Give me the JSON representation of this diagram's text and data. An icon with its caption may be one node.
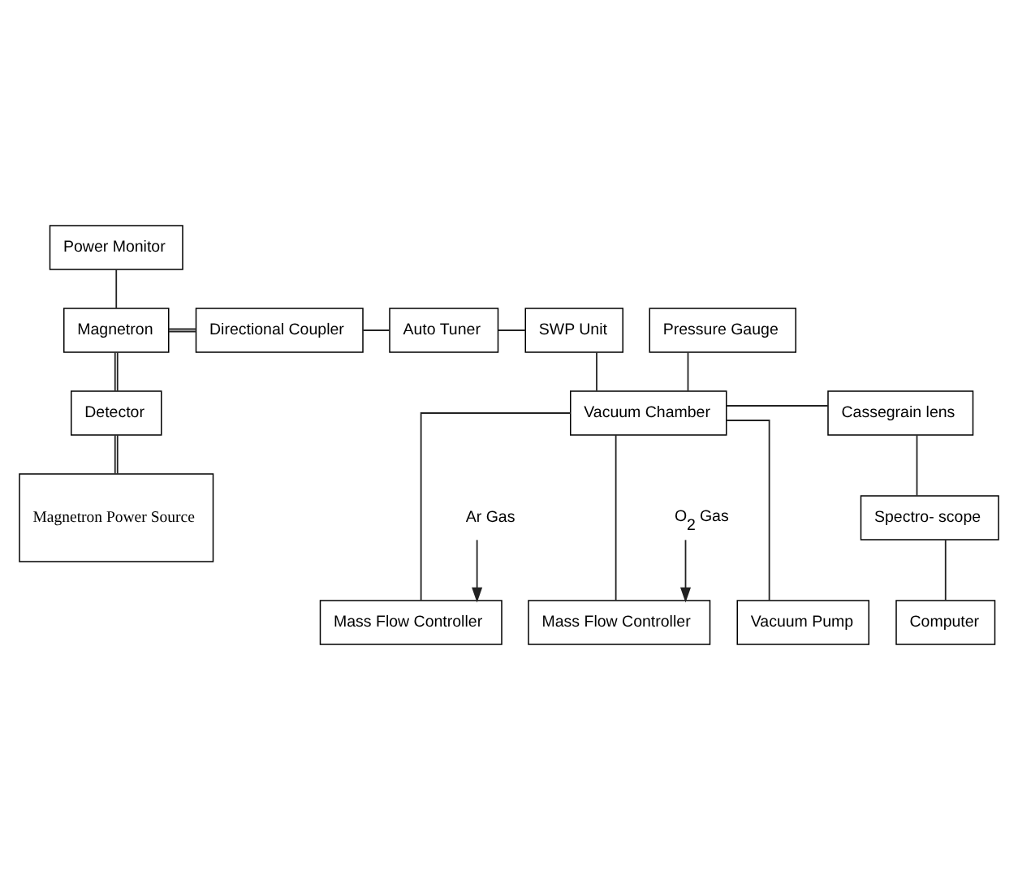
{
  "diagram": {
    "nodes": [
      {
        "text": [
          "Power Monitor"
        ]
      },
      {
        "text": [
          "Magnetron"
        ]
      },
      {
        "text": [
          "Directional Coupler"
        ]
      },
      {
        "text": [
          "Auto Tuner"
        ]
      },
      {
        "text": [
          "SWP Unit"
        ]
      },
      {
        "text": [
          "Pressure Gauge"
        ]
      },
      {
        "text": [
          "Detector"
        ]
      },
      {
        "text": [
          "Vacuum Chamber"
        ]
      },
      {
        "text": [
          "Cassegrain lens"
        ]
      },
      {
        "text": [
          "Magnetron Power Source"
        ]
      },
      {
        "text": [
          "Spectro- scope"
        ]
      },
      {
        "text": [
          "Mass Flow Controller"
        ]
      },
      {
        "text": [
          "Mass Flow Controller"
        ]
      },
      {
        "text": [
          "Vacuum Pump"
        ]
      },
      {
        "text": [
          "Computer"
        ]
      },
      {
        "text": [
          "Ar Gas"
        ]
      },
      {
        "text": [
          "O$_{2}$ Gas"
        ]
      }
    ],
    "edges": [
      {
        "from": 0,
        "to": 1,
        "arrow": "none"
      },
      {
        "from": 1,
        "to": 2,
        "arrow": "none"
      },
      {
        "from": 2,
        "to": 3,
        "arrow": "none"
      },
      {
        "from": 3,
        "to": 4,
        "arrow": "none"
      },
      {
        "from": 4,
        "to": 7,
        "arrow": "none"
      },
      {
        "from": 5,
        "to": 7,
        "arrow": "none"
      },
      {
        "from": 1,
        "to": 6,
        "arrow": "none"
      },
      {
        "from": 6,
        "to": 9,
        "arrow": "none"
      },
      {
        "from": 7,
        "to": 8,
        "arrow": "none"
      },
      {
        "from": 8,
        "to": 10,
        "arrow": "none"
      },
      {
        "from": 10,
        "to": 14,
        "arrow": "none"
      },
      {
        "from": 7,
        "to": 11,
        "arrow": "none"
      },
      {
        "from": 7,
        "to": 12,
        "arrow": "none"
      },
      {
        "from": 7,
        "to": 13,
        "arrow": "none"
      },
      {
        "from": 15,
        "to": 11,
        "arrow": "to"
      },
      {
        "from": 16,
        "to": 12,
        "arrow": "to"
      }
    ]
  }
}
